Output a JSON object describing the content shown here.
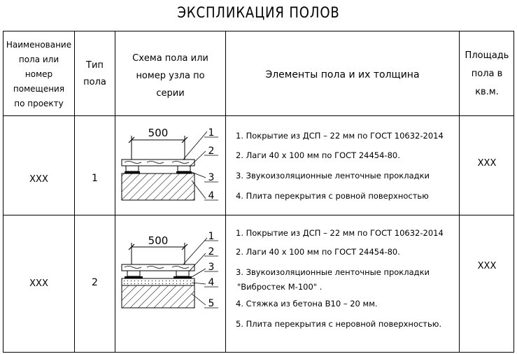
{
  "title": "ЭКСПЛИКАЦИЯ ПОЛОВ",
  "headers": {
    "name": [
      "Наименование",
      "пола или",
      "номер",
      "помещения",
      "по проекту"
    ],
    "type": [
      "Тип",
      "пола"
    ],
    "scheme": [
      "Схема пола или",
      "номер узла по",
      "серии"
    ],
    "elements": "Элементы пола и их толщина",
    "area": [
      "Площадь",
      "пола в",
      "кв.м."
    ]
  },
  "rows": [
    {
      "name": "ХХХ",
      "type": "1",
      "dimension": "500",
      "callouts": [
        "1",
        "2",
        "3",
        "4"
      ],
      "elements": [
        "1. Покрытие из ДСП – 22 мм по ГОСТ 10632-2014",
        "2. Лаги 40 х 100 мм по ГОСТ 24454-80.",
        "3. Звукоизоляционные ленточные прокладки",
        "4. Плита перекрытия с ровной поверхностью"
      ],
      "area": "ХХХ"
    },
    {
      "name": "ХХХ",
      "type": "2",
      "dimension": "500",
      "callouts": [
        "1",
        "2",
        "3",
        "4",
        "5"
      ],
      "elements": [
        "1. Покрытие из ДСП – 22 мм по ГОСТ 10632-2014",
        "2. Лаги 40 х 100 мм по ГОСТ 24454-80.",
        "3. Звукоизоляционные ленточные прокладки",
        "\"Виброcтек М-100\" .",
        "4. Стяжка из бетона В10 – 20 мм.",
        "5. Плита перекрытия с неровной поверхностью."
      ],
      "area": "ХХХ"
    }
  ]
}
